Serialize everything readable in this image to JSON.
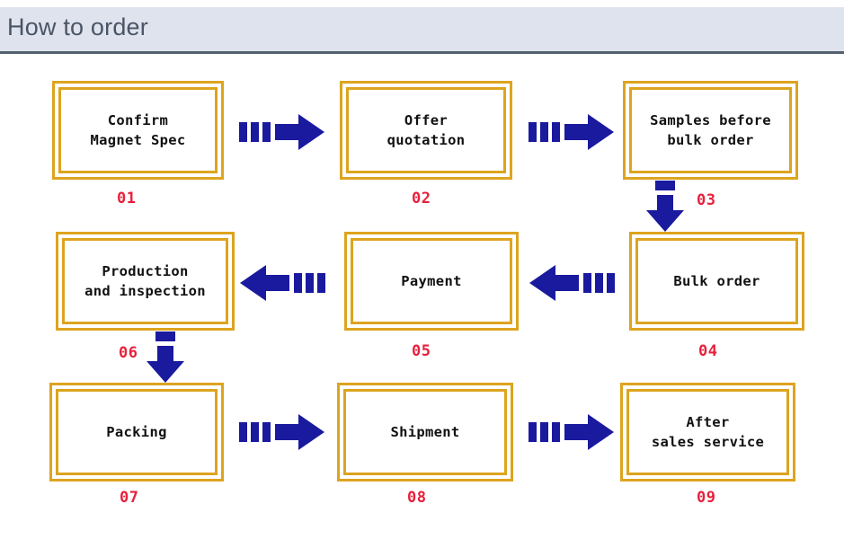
{
  "header": {
    "title": "How to order",
    "background_color": "#dfe3ed",
    "text_color": "#4a5566",
    "border_color": "#53606e"
  },
  "theme": {
    "box_border_color": "#dda41f",
    "box_fill_color": "#ffffff",
    "box_text_color": "#111111",
    "number_color": "#e8203c",
    "arrow_color": "#1a1a9e",
    "page_background": "#ffffff"
  },
  "flow": {
    "type": "process-flowchart",
    "direction": "boustrophedon",
    "steps": [
      {
        "number": "01",
        "label": "Confirm\nMagnet Spec",
        "row": 1,
        "col": 1
      },
      {
        "number": "02",
        "label": "Offer\nquotation",
        "row": 1,
        "col": 2
      },
      {
        "number": "03",
        "label": "Samples before\nbulk order",
        "row": 1,
        "col": 3
      },
      {
        "number": "04",
        "label": "Bulk order",
        "row": 2,
        "col": 3
      },
      {
        "number": "05",
        "label": "Payment",
        "row": 2,
        "col": 2
      },
      {
        "number": "06",
        "label": "Production\nand inspection",
        "row": 2,
        "col": 1
      },
      {
        "number": "07",
        "label": "Packing",
        "row": 3,
        "col": 1
      },
      {
        "number": "08",
        "label": "Shipment",
        "row": 3,
        "col": 2
      },
      {
        "number": "09",
        "label": "After\nsales service",
        "row": 3,
        "col": 3
      }
    ],
    "connectors": [
      {
        "from": "01",
        "to": "02",
        "direction": "right"
      },
      {
        "from": "02",
        "to": "03",
        "direction": "right"
      },
      {
        "from": "03",
        "to": "04",
        "direction": "down"
      },
      {
        "from": "04",
        "to": "05",
        "direction": "left"
      },
      {
        "from": "05",
        "to": "06",
        "direction": "left"
      },
      {
        "from": "06",
        "to": "07",
        "direction": "down"
      },
      {
        "from": "07",
        "to": "08",
        "direction": "right"
      },
      {
        "from": "08",
        "to": "09",
        "direction": "right"
      }
    ]
  }
}
